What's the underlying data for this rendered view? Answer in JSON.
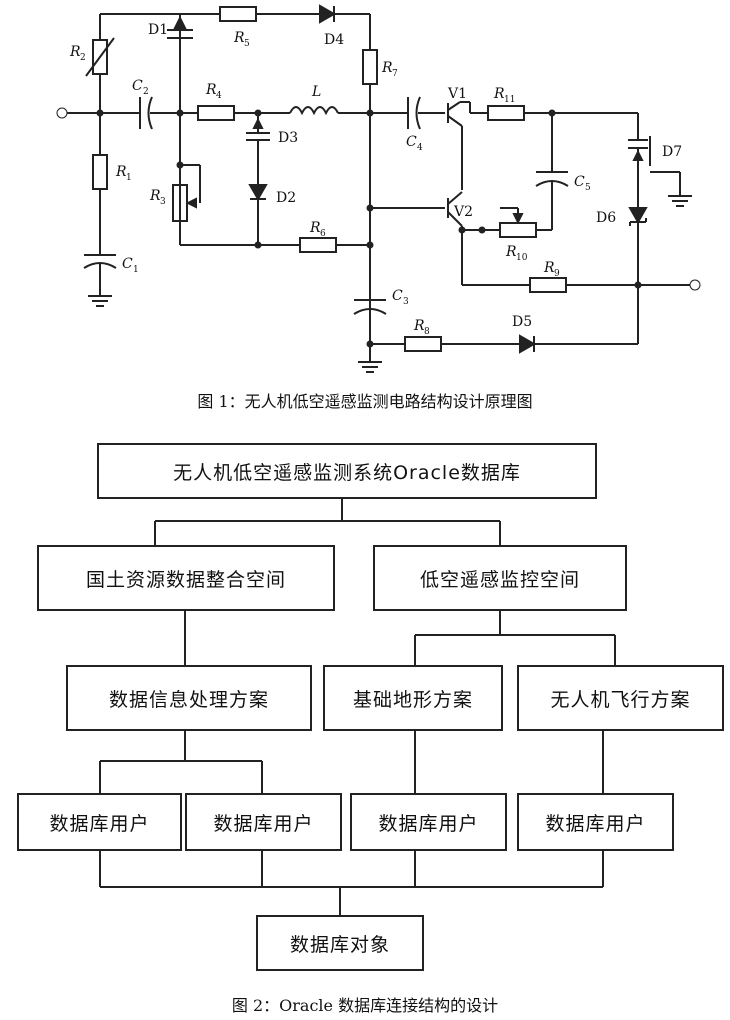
{
  "figure1": {
    "caption": "图 1：无人机低空遥感监测电路结构设计原理图",
    "labels": {
      "R1": "R",
      "R1s": "1",
      "R2": "R",
      "R2s": "2",
      "R3": "R",
      "R3s": "3",
      "R4": "R",
      "R4s": "4",
      "R5": "R",
      "R5s": "5",
      "R6": "R",
      "R6s": "6",
      "R7": "R",
      "R7s": "7",
      "R8": "R",
      "R8s": "8",
      "R9": "R",
      "R9s": "9",
      "R10": "R",
      "R10s": "10",
      "R11": "R",
      "R11s": "11",
      "C1": "C",
      "C1s": "1",
      "C2": "C",
      "C2s": "2",
      "C3": "C",
      "C3s": "3",
      "C4": "C",
      "C4s": "4",
      "C5": "C",
      "C5s": "5",
      "L": "L",
      "D1": "D1",
      "D2": "D2",
      "D3": "D3",
      "D4": "D4",
      "D5": "D5",
      "D6": "D6",
      "D7": "D7",
      "V1": "V1",
      "V2": "V2"
    }
  },
  "figure2": {
    "caption": "图 2：Oracle 数据库连接结构的设计",
    "root": "无人机低空遥感监测系统Oracle数据库",
    "level1": [
      "国土资源数据整合空间",
      "低空遥感监控空间"
    ],
    "level2": [
      "数据信息处理方案",
      "基础地形方案",
      "无人机飞行方案"
    ],
    "level3": [
      "数据库用户",
      "数据库用户",
      "数据库用户",
      "数据库用户"
    ],
    "bottom": "数据库对象"
  }
}
